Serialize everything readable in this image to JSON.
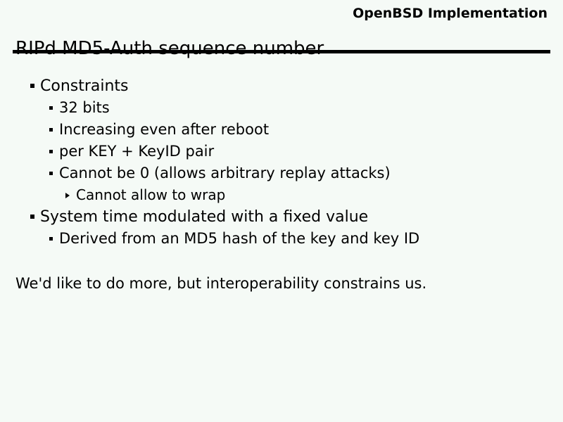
{
  "slide": {
    "header": "OpenBSD Implementation",
    "title": "RIPd MD5-Auth sequence number",
    "bullets": [
      {
        "level": 1,
        "marker": "square-bullet-icon",
        "text": "Constraints"
      },
      {
        "level": 2,
        "marker": "small-square-bullet-icon",
        "text": "32 bits"
      },
      {
        "level": 2,
        "marker": "small-square-bullet-icon",
        "text": "Increasing even after reboot"
      },
      {
        "level": 2,
        "marker": "small-square-bullet-icon",
        "text": "per KEY + KeyID pair"
      },
      {
        "level": 2,
        "marker": "small-square-bullet-icon",
        "text": "Cannot be 0 (allows arbitrary replay attacks)"
      },
      {
        "level": 3,
        "marker": "triangle-bullet-icon",
        "text": "Cannot allow to wrap"
      },
      {
        "level": 1,
        "marker": "square-bullet-icon",
        "text": "System time modulated with a fixed value"
      },
      {
        "level": 2,
        "marker": "small-square-bullet-icon",
        "text": "Derived from an MD5 hash of the key and key ID"
      }
    ],
    "closing_note": "We'd like to do more, but interoperability constrains us.",
    "colors": {
      "background": "#f5faf6",
      "text": "#000000",
      "rule": "#000000"
    }
  }
}
